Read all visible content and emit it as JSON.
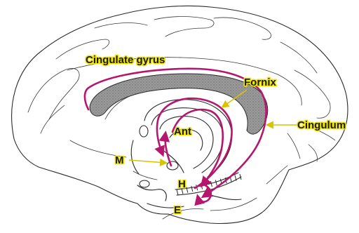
{
  "colors": {
    "circuit": "#b5166e",
    "label_fill": "#1a1a1a",
    "label_halo": "#f2e600",
    "pointer": "#d8c400",
    "corpus_callosum": "#9a9a9a"
  },
  "labels": {
    "cingulate_gyrus": "Cingulate gyrus",
    "fornix": "Fornix",
    "cingulum": "Cingulum",
    "ant": "Ant",
    "m": "M",
    "h": "H",
    "e": "E"
  }
}
